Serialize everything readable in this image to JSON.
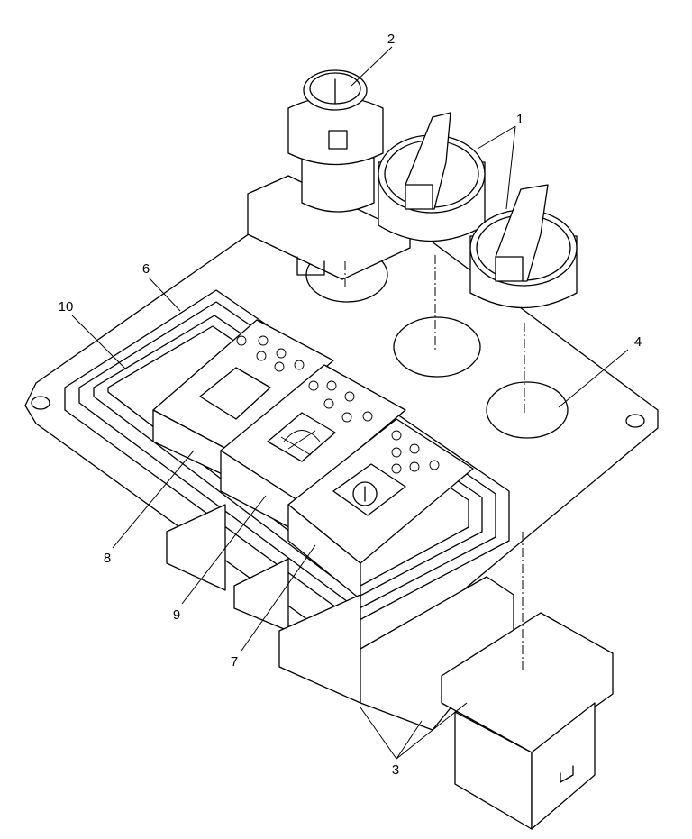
{
  "callouts": [
    {
      "id": "c1",
      "label": "1"
    },
    {
      "id": "c2",
      "label": "2"
    },
    {
      "id": "c3",
      "label": "3"
    },
    {
      "id": "c4",
      "label": "4"
    },
    {
      "id": "c6",
      "label": "6"
    },
    {
      "id": "c7",
      "label": "7"
    },
    {
      "id": "c8",
      "label": "8"
    },
    {
      "id": "c9",
      "label": "9"
    },
    {
      "id": "c10",
      "label": "10"
    }
  ],
  "colors": {
    "line": "#000000",
    "background": "#ffffff",
    "watermark": "#9a9a9a"
  }
}
